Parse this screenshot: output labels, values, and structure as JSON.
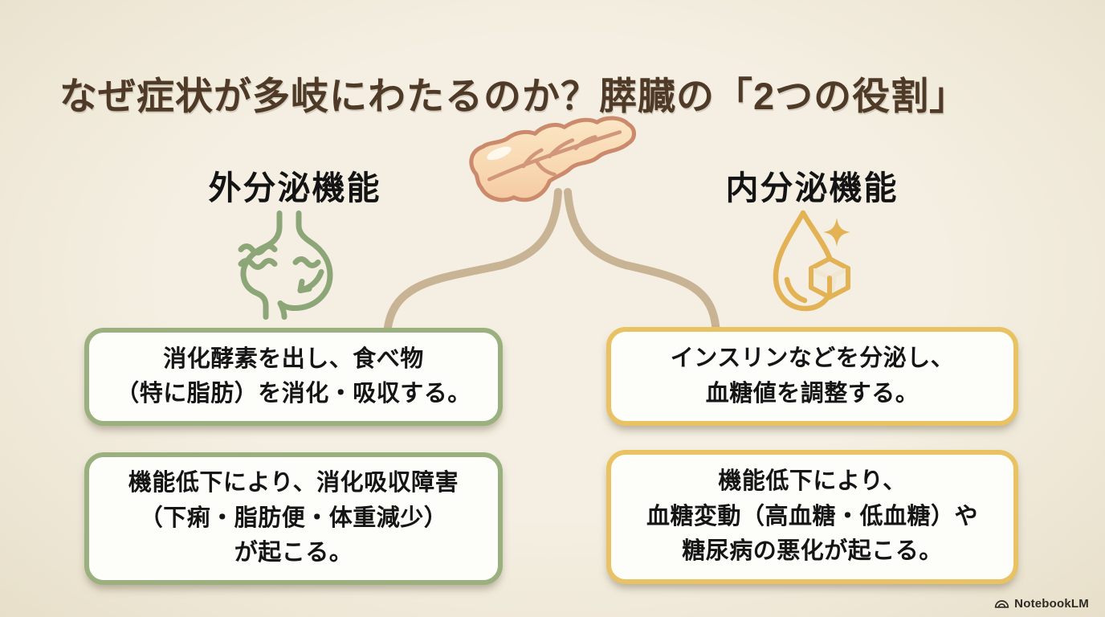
{
  "page": {
    "title": "なぜ症状が多岐にわたるのか？膵臓の「2つの役割」"
  },
  "illustration": {
    "name": "pancreas-with-two-duct-branches"
  },
  "columns": [
    {
      "id": "exocrine",
      "heading": "外分泌機能",
      "icon": "stomach-icon",
      "accent_color": "#9ab07f",
      "icon_color": "#8ca677",
      "function_box": {
        "lines": [
          "消化酵素を出し、食べ物",
          "（特に脂肪）を消化・吸収する。"
        ]
      },
      "dysfunction_box": {
        "lines": [
          "機能低下により、消化吸収障害",
          "（下痢・脂肪便・体重減少）",
          "が起こる。"
        ]
      }
    },
    {
      "id": "endocrine",
      "heading": "内分泌機能",
      "icon": "droplet-sugar-cube-icon",
      "accent_color": "#e9c264",
      "icon_color": "#e2b254",
      "function_box": {
        "lines": [
          "インスリンなどを分泌し、",
          "血糖値を調整する。"
        ]
      },
      "dysfunction_box": {
        "lines": [
          "機能低下により、",
          "血糖変動（高血糖・低血糖）や",
          "糖尿病の悪化が起こる。"
        ]
      }
    }
  ],
  "colors": {
    "background": "#f2ecde",
    "title_text": "#4e3a26",
    "heading_text": "#141414",
    "body_text": "#151515",
    "connector": "#c8b394",
    "pancreas_outline": "#cc8a6c",
    "pancreas_fill_light": "#fbe6c4",
    "pancreas_fill_dark": "#f5c9a2",
    "box_background": "#fdfdfa"
  },
  "watermark": {
    "brand": "NotebookLM",
    "logo": "notebooklm-logo-icon"
  }
}
